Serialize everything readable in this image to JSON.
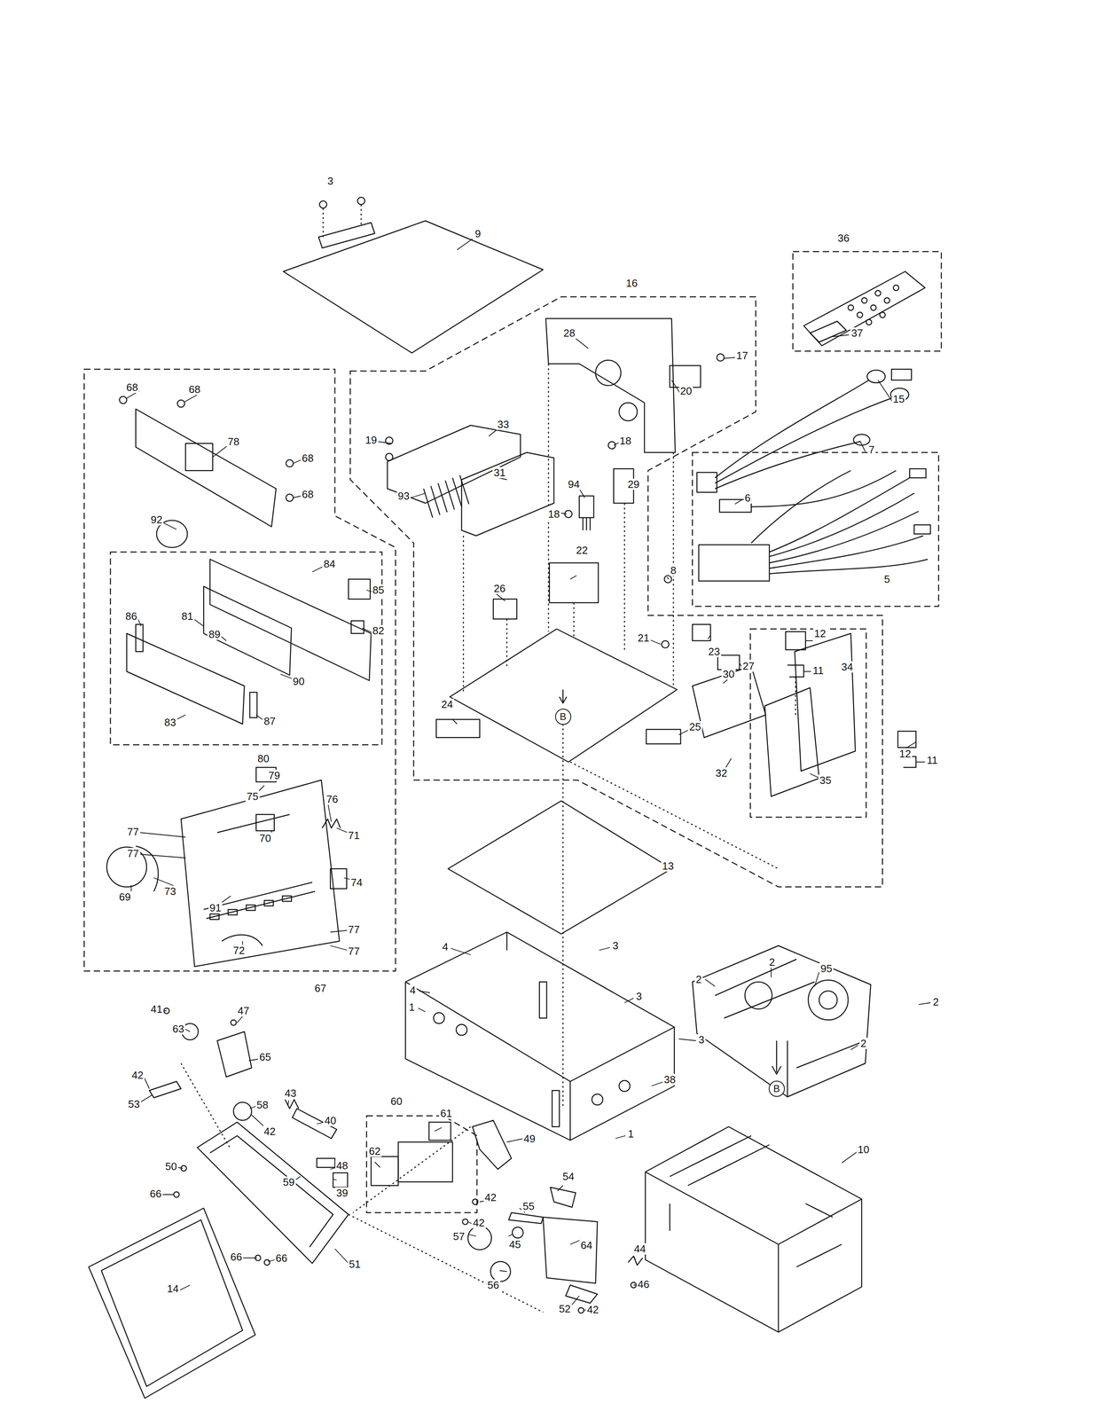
{
  "diagram": {
    "nodes": [
      {
        "text": [
          "B"
        ]
      },
      {
        "text": [
          "B"
        ]
      }
    ],
    "labels": [
      "3",
      "9",
      "36",
      "16",
      "37",
      "68",
      "68",
      "28",
      "17",
      "78",
      "68",
      "68",
      "15",
      "20",
      "33",
      "19",
      "31",
      "7",
      "18",
      "94",
      "29",
      "93",
      "18",
      "92",
      "84",
      "85",
      "6",
      "22",
      "26",
      "5",
      "8",
      "86",
      "81",
      "89",
      "82",
      "21",
      "23",
      "12",
      "11",
      "27",
      "90",
      "30",
      "34",
      "83",
      "87",
      "24",
      "25",
      "32",
      "12",
      "11",
      "35",
      "80",
      "79",
      "75",
      "76",
      "71",
      "70",
      "77",
      "77",
      "74",
      "13",
      "73",
      "69",
      "91",
      "77",
      "77",
      "72",
      "67",
      "2",
      "95",
      "2",
      "4",
      "3",
      "4",
      "1",
      "41",
      "47",
      "3",
      "2",
      "63",
      "65",
      "42",
      "3",
      "2",
      "53",
      "58",
      "43",
      "40",
      "38",
      "42",
      "60",
      "61",
      "49",
      "1",
      "10",
      "50",
      "48",
      "62",
      "59",
      "39",
      "66",
      "54",
      "42",
      "55",
      "42",
      "57",
      "45",
      "64",
      "44",
      "66",
      "66",
      "51",
      "56",
      "46",
      "14",
      "52",
      "42"
    ]
  }
}
